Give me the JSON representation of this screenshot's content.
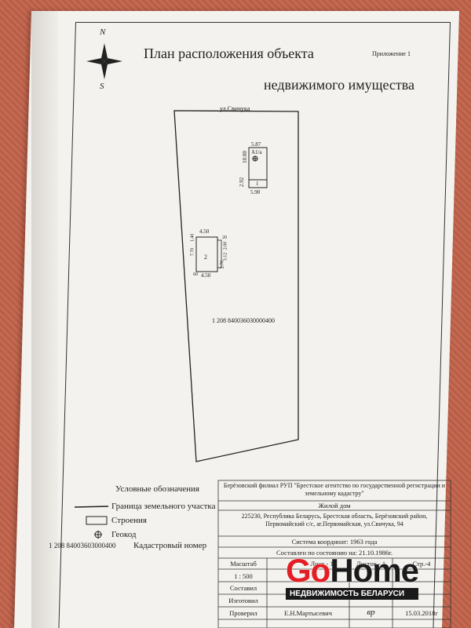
{
  "header": {
    "title_line1": "План расположения объекта",
    "title_line2": "недвижимого имущества",
    "appendix": "Приложение 1"
  },
  "compass": {
    "north": "N",
    "south": "S"
  },
  "plan": {
    "street": "ул.Свичука",
    "parcel_number": "1 208 840036030000400",
    "building_a": {
      "label": "А1/а",
      "num": "1",
      "top": "5.87",
      "bottom": "5.90",
      "left_dim": "10.00",
      "low_dim": "2.92"
    },
    "building_b": {
      "label": "2",
      "top": "4.50",
      "bottom": "4.50",
      "d1": "1.40",
      "d2": "7.70",
      "d3": "20",
      "d4": "2.00",
      "d5": "3.12",
      "d6": "2.70",
      "d7": "60"
    }
  },
  "legend": {
    "title": "Условные обозначения",
    "boundary": "Граница земельного участка",
    "buildings": "Строения",
    "geod": "Геокод",
    "cadastral_number": "1 208 84003603000400",
    "cadastral_label": "Кадастровый номер"
  },
  "stamp": {
    "org": "Берёзовский филиал РУП \"Брестское агентство по государственной регистрации и земельному кадастру\"",
    "object": "Жилой дом",
    "address": "225230, Республика Беларусь, Брестская область, Берёзовский район, Первомайский с/с, аг.Первомайская, ул.Свичука, 94",
    "coords": "Система координат: 1963 года",
    "composed": "Составлен по состоянию на: 21.10.1986г.",
    "scale_label": "Масштаб",
    "scale_value": "1 : 500",
    "sheet_label": "Лист - 1",
    "sheets_label": "Листов - 1",
    "page_label": "Стр.-4",
    "composed_by": "Составил",
    "made_by": "Изготовил",
    "checked_by": "Проверил",
    "checker_name": "Е.Н.Мартысевич",
    "checked_date": "15.03.2018г",
    "sign": "вр"
  },
  "watermark": {
    "brand_go": "Go",
    "brand_home": "Home",
    "tagline": "НЕДВИЖИМОСТЬ БЕЛАРУСИ"
  },
  "colors": {
    "paper": "#f4f2ee",
    "background": "#c0664f",
    "brand_red": "#e31e24"
  }
}
